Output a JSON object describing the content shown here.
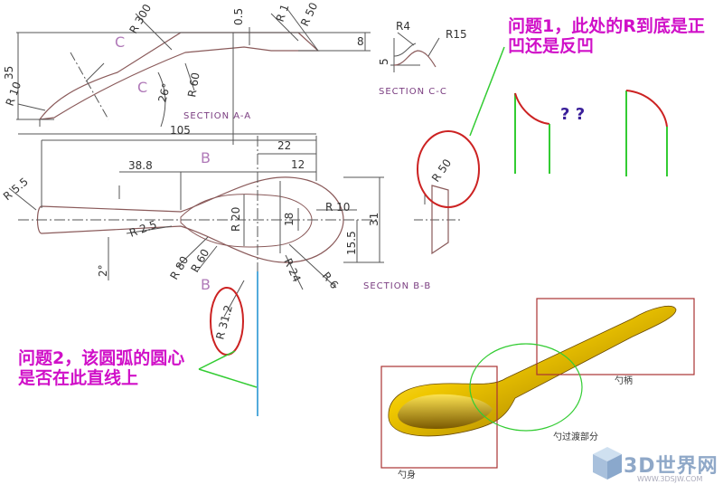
{
  "section_aa": {
    "title": "SECTION A-A",
    "dims": {
      "r300": "R 300",
      "r05": "0.5",
      "r1": "R 1",
      "r50": "R 50",
      "h8": "8",
      "h35": "35",
      "r10": "R 10",
      "r60": "R 60",
      "a26": "26°",
      "w105": "105",
      "c1": "C",
      "c2": "C"
    }
  },
  "section_cc": {
    "title": "SECTION C-C",
    "dims": {
      "r4": "R4",
      "r15": "R15",
      "h5": "5"
    }
  },
  "top_view": {
    "dims": {
      "d22": "22",
      "d38": "38.8",
      "d12": "12",
      "r55": "R 5.5",
      "r20": "R 20",
      "d18": "18",
      "r10": "R 10",
      "d31": "31",
      "d155": "15.5",
      "r25": "R 2.5",
      "a2": "2°",
      "r80": "R 80",
      "r60": "R 60",
      "r24": "R 24",
      "r6": "R 6",
      "r312": "R 31.2",
      "b1": "B",
      "b2": "B"
    }
  },
  "section_bb": {
    "title": "SECTION B-B",
    "dims": {
      "r50": "R 50"
    }
  },
  "question1": {
    "text": "问题1，此处的R到底是正凹还是反凹",
    "marks": "? ?"
  },
  "question2": {
    "text": "问题2，该圆弧的圆心是否在此直线上"
  },
  "render_labels": {
    "handle": "勺柄",
    "transition": "勺过渡部分",
    "body": "勺身"
  },
  "logo": {
    "brand": "3D世界网",
    "url": "WWW.3DSJW.COM"
  },
  "colors": {
    "question": "#d010c8",
    "highlight": "#cc2222",
    "leader": "#33cc33",
    "axis": "#1a8fd0",
    "spoon": "#e8c000"
  }
}
